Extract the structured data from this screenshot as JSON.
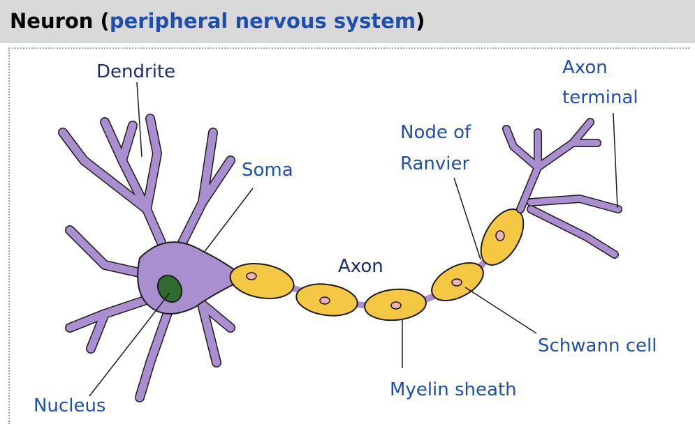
{
  "header": {
    "title_main": "Neuron (",
    "title_link": "peripheral nervous system",
    "title_end": ")"
  },
  "labels": {
    "dendrite": "Dendrite",
    "axon_terminal_1": "Axon",
    "axon_terminal_2": "terminal",
    "soma": "Soma",
    "node_1": "Node of",
    "node_2": "Ranvier",
    "axon": "Axon",
    "schwann": "Schwann cell",
    "myelin": "Myelin sheath",
    "nucleus": "Nucleus"
  },
  "colors": {
    "neuron": "#a98fd0",
    "myelin": "#f4c842",
    "schwann_nucleus": "#f0b3b3",
    "nucleus": "#2f6b2f",
    "label": "#1f4fae"
  }
}
